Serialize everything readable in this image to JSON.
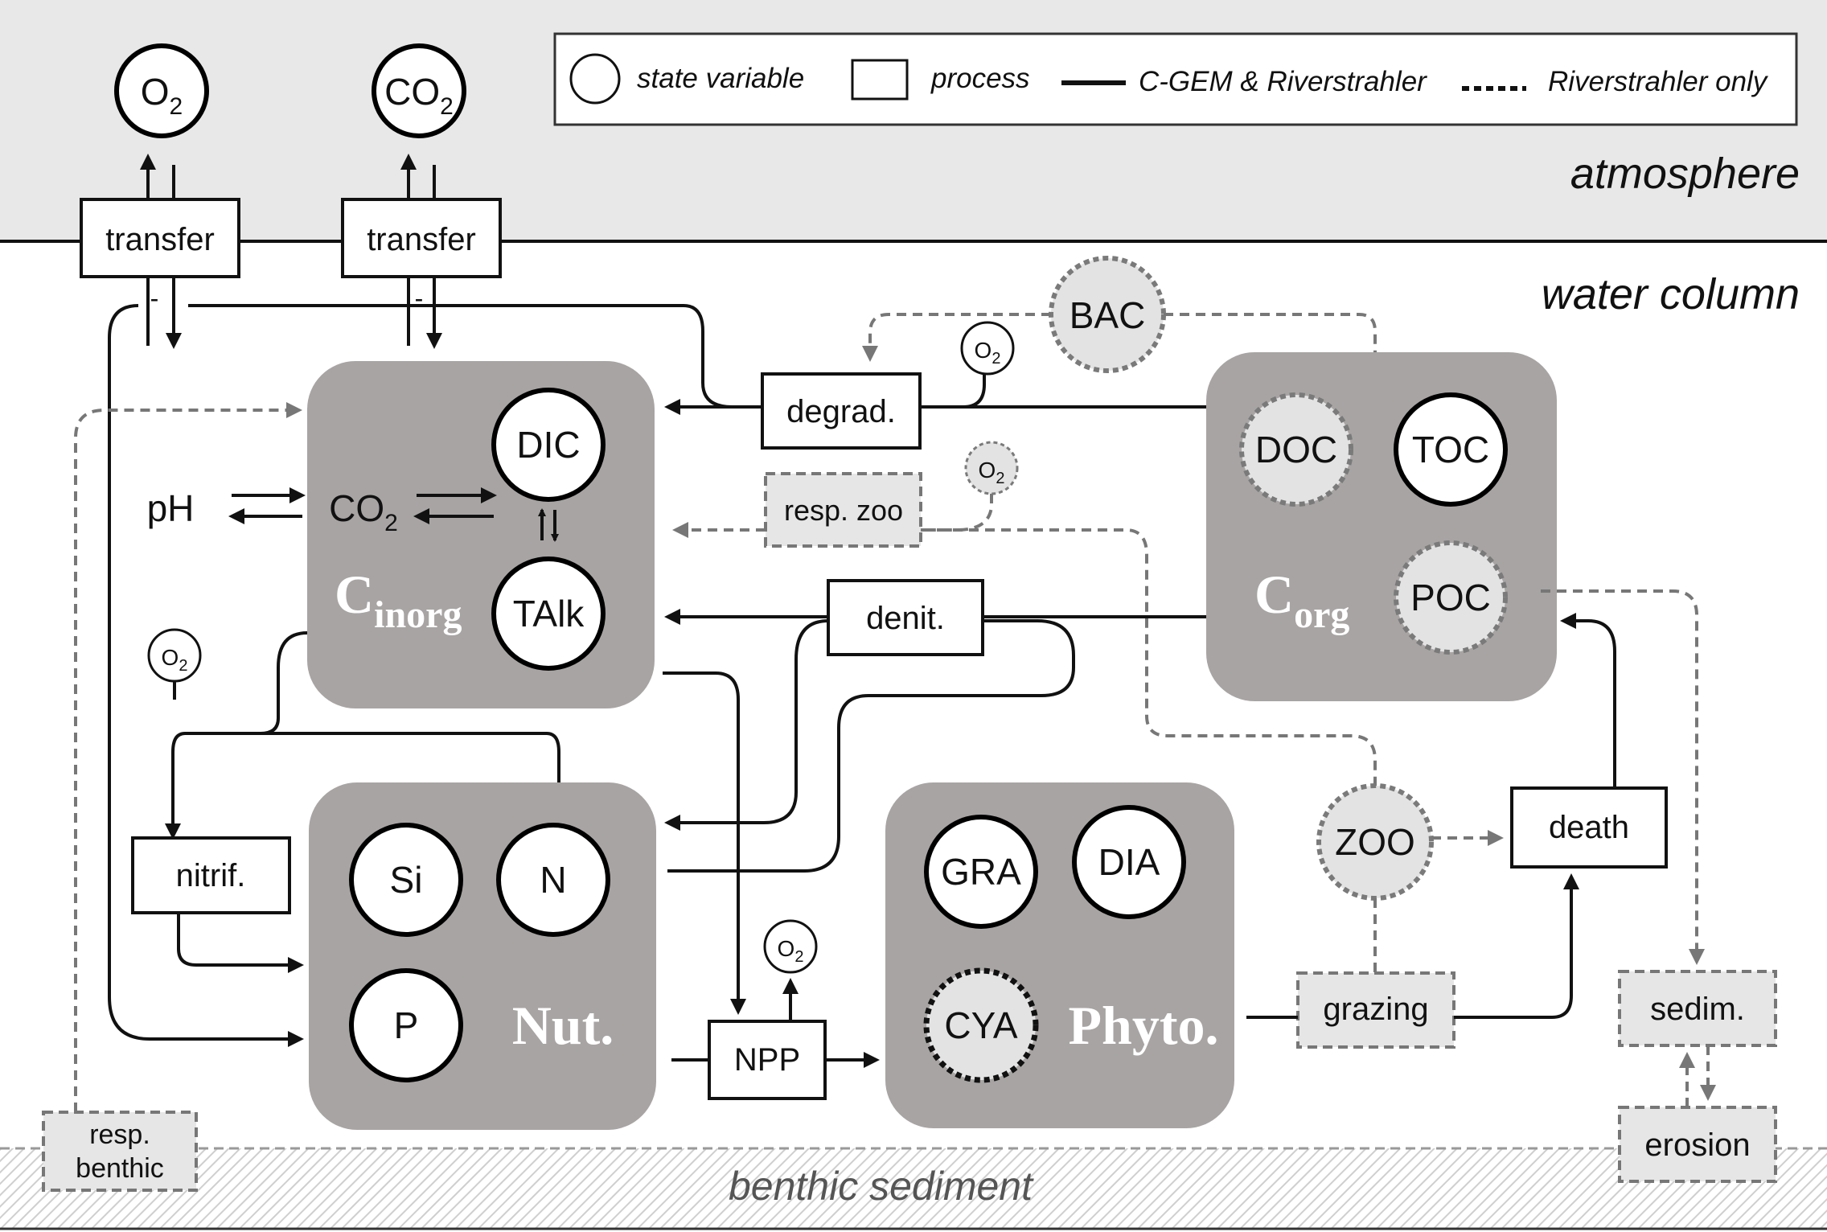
{
  "legend": {
    "state_variable": "state variable",
    "process": "process",
    "solid_line": "C-GEM & Riverstrahler",
    "dashed_line": "Riverstrahler only"
  },
  "zones": {
    "atmosphere": "atmosphere",
    "water_column": "water column",
    "benthic_sediment": "benthic sediment"
  },
  "atmosphere_gases": {
    "o2": {
      "base": "O",
      "sub": "2"
    },
    "co2": {
      "base": "CO",
      "sub": "2"
    }
  },
  "processes": {
    "transfer_o2": "transfer",
    "transfer_co2": "transfer",
    "degrad": "degrad.",
    "resp_zoo": "resp. zoo",
    "denit": "denit.",
    "nitrif": "nitrif.",
    "npp": "NPP",
    "death": "death",
    "grazing": "grazing",
    "sedim": "sedim.",
    "erosion": "erosion",
    "resp_benthic_1": "resp.",
    "resp_benthic_2": "benthic"
  },
  "groups": {
    "cinorg": {
      "base": "C",
      "sub": "inorg"
    },
    "corg": {
      "base": "C",
      "sub": "org"
    },
    "nut": "Nut.",
    "phyto": "Phyto."
  },
  "variables": {
    "dic": "DIC",
    "talk": "TAlk",
    "doc": "DOC",
    "toc": "TOC",
    "poc": "POC",
    "si": "Si",
    "n": "N",
    "p": "P",
    "gra": "GRA",
    "dia": "DIA",
    "cya": "CYA",
    "bac": "BAC",
    "zoo": "ZOO"
  },
  "carbonate": {
    "ph": "pH",
    "co2": {
      "base": "CO",
      "sub": "2"
    }
  },
  "o2_marker": {
    "base": "O",
    "sub": "2"
  },
  "transfer_sign": "-"
}
